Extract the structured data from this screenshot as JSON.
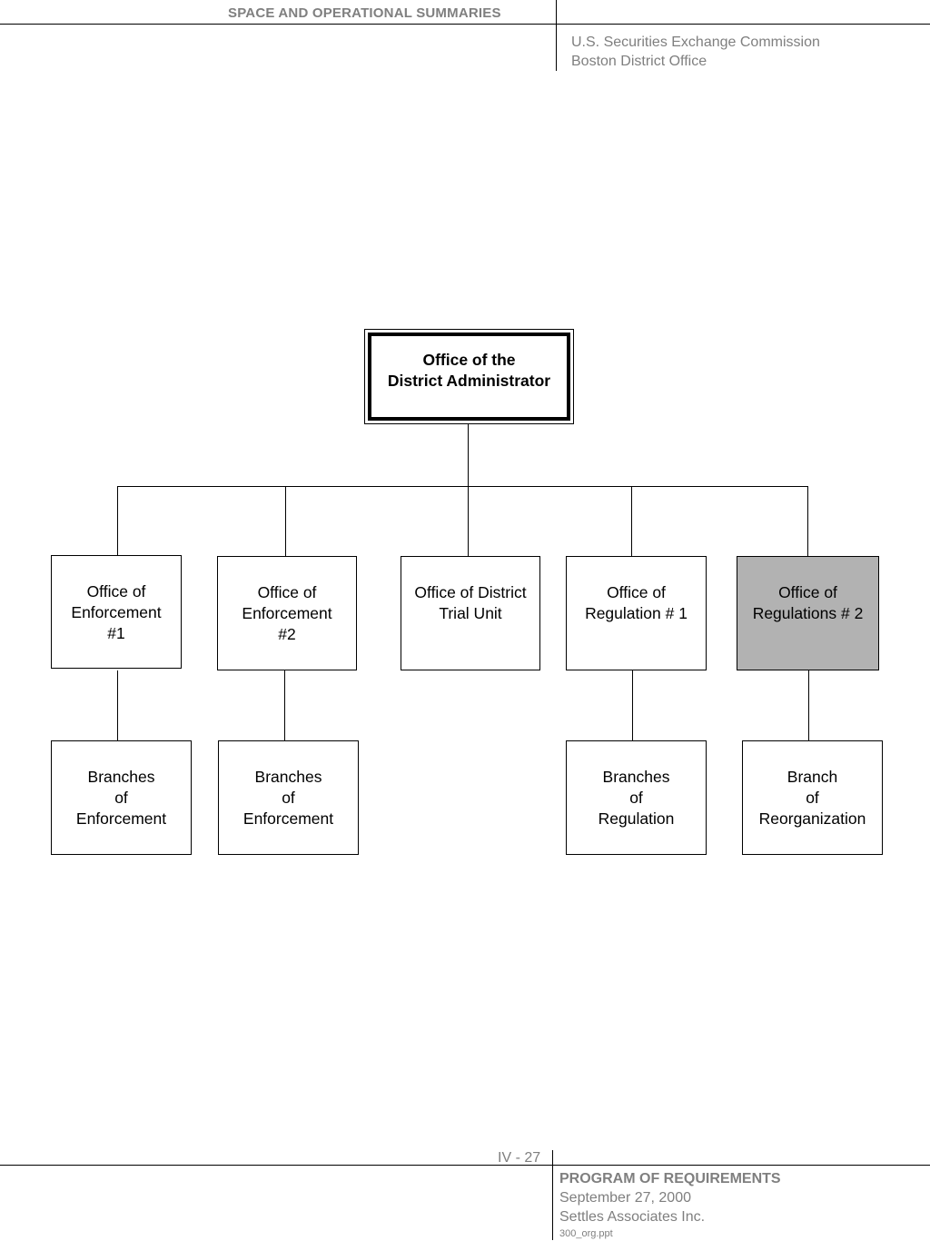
{
  "header": {
    "section_title": "SPACE AND OPERATIONAL SUMMARIES",
    "org_line1": "U.S. Securities Exchange Commission",
    "org_line2": "Boston District Office"
  },
  "org_chart": {
    "root": {
      "label": "Office of the\nDistrict Administrator"
    },
    "offices": [
      {
        "label": "Office of\nEnforcement\n#1",
        "shaded": false
      },
      {
        "label": "Office of\nEnforcement\n#2",
        "shaded": false
      },
      {
        "label": "Office of District\nTrial Unit",
        "shaded": false
      },
      {
        "label": "Office of\nRegulation # 1",
        "shaded": false
      },
      {
        "label": "Office of\nRegulations # 2",
        "shaded": true
      }
    ],
    "branches": [
      {
        "label": "Branches\nof\nEnforcement",
        "parent": 0
      },
      {
        "label": "Branches\nof\nEnforcement",
        "parent": 1
      },
      {
        "label": "Branches\nof\nRegulation",
        "parent": 3
      },
      {
        "label": "Branch\nof\nReorganization",
        "parent": 4
      }
    ],
    "shade_color": "#b2b2b2"
  },
  "footer": {
    "page_number": "IV - 27",
    "program_title": "PROGRAM OF REQUIREMENTS",
    "date": "September 27, 2000",
    "company": "Settles Associates Inc.",
    "filename": "300_org.ppt"
  }
}
